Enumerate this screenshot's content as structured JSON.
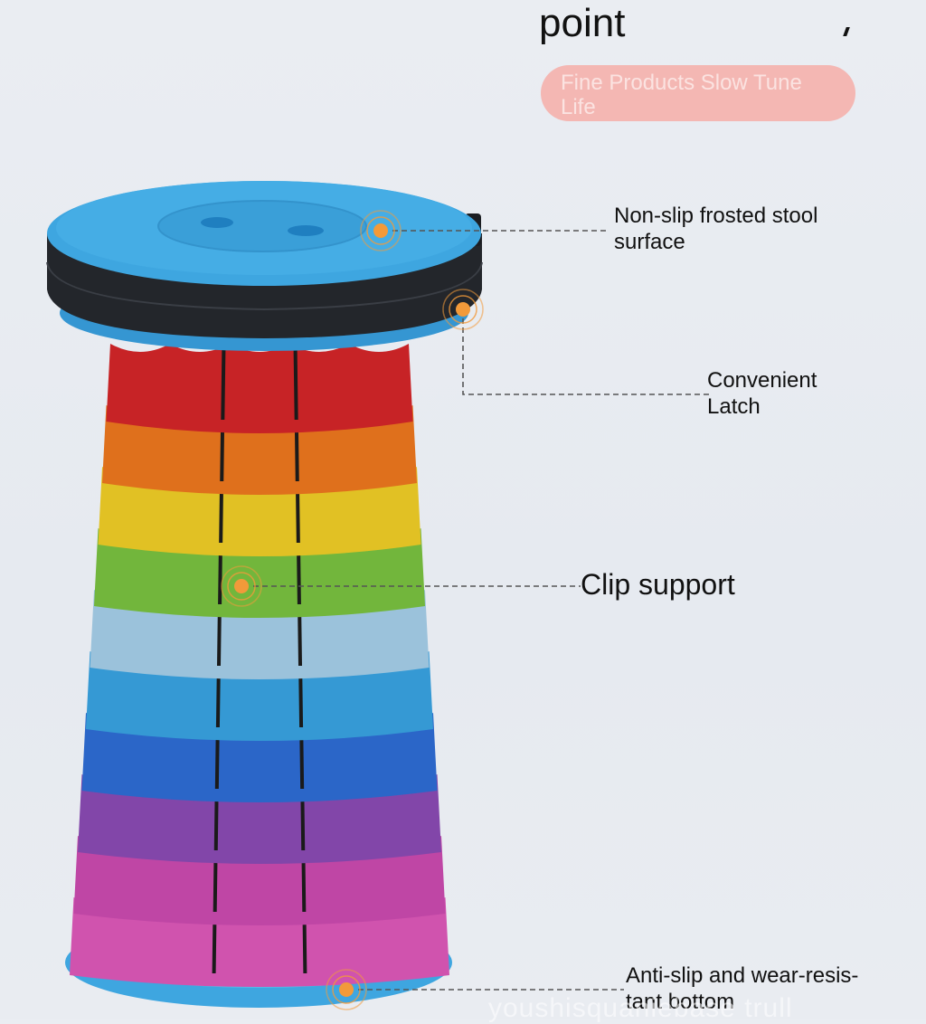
{
  "heading": "point",
  "slogan": "Fine Products Slow Tune Life",
  "callouts": {
    "surface": [
      "Non-slip frosted stool",
      "surface"
    ],
    "latch": [
      "Convenient",
      "Latch"
    ],
    "clip": "Clip support",
    "bottom": [
      "Anti-slip and wear-resis-",
      "tant bottom"
    ]
  },
  "watermark": "youshisquaniebase trull",
  "colors": {
    "seat": "#3ea6e0",
    "strap": "#23262b",
    "dot": "#f29a3a",
    "leader_line": "#555555",
    "tiers": [
      "#d8262a",
      "#f27a1f",
      "#f5d228",
      "#7cc642",
      "#a9d3ee",
      "#3aa7e6",
      "#2f6fd9",
      "#8e4cb8",
      "#d04cb4",
      "#e25bbd"
    ]
  },
  "icons": [
    "callout-dot-icon"
  ]
}
